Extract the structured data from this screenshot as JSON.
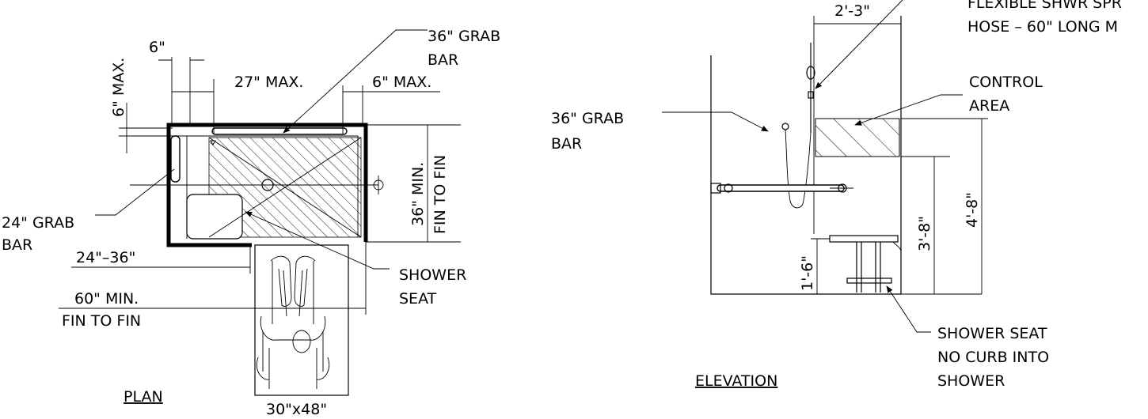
{
  "plan": {
    "title": "PLAN",
    "dim_side_top": "6\"",
    "dim_side_top_label": "6\" MAX.",
    "dim_top_left": "6\"",
    "dim_27": "27\" MAX.",
    "dim_right": "6\" MAX.",
    "grab_bar_36": [
      "36\" GRAB",
      "BAR"
    ],
    "grab_bar_24": [
      "24\" GRAB",
      "BAR"
    ],
    "dim_24_36": "24\"–36\"",
    "dim_60": [
      "60\" MIN.",
      "FIN TO FIN"
    ],
    "dim_36_min": [
      "36\" MIN.",
      "FIN TO FIN"
    ],
    "shower_seat": [
      "SHOWER",
      "SEAT"
    ],
    "clear_space": "30\"x48\""
  },
  "elevation": {
    "title": "ELEVATION",
    "dim_2_3": "2'-3\"",
    "spray_hose": [
      "FLEXIBLE SHWR SPR",
      "HOSE – 60\" LONG M"
    ],
    "control_area": [
      "CONTROL",
      "AREA"
    ],
    "grab_bar_36": [
      "36\" GRAB",
      "BAR"
    ],
    "dim_1_6": "1'-6\"",
    "dim_3_8": "3'-8\"",
    "dim_4_8": "4'-8\"",
    "shower_seat_note": [
      "SHOWER SEAT",
      "NO CURB INTO",
      "SHOWER"
    ]
  }
}
